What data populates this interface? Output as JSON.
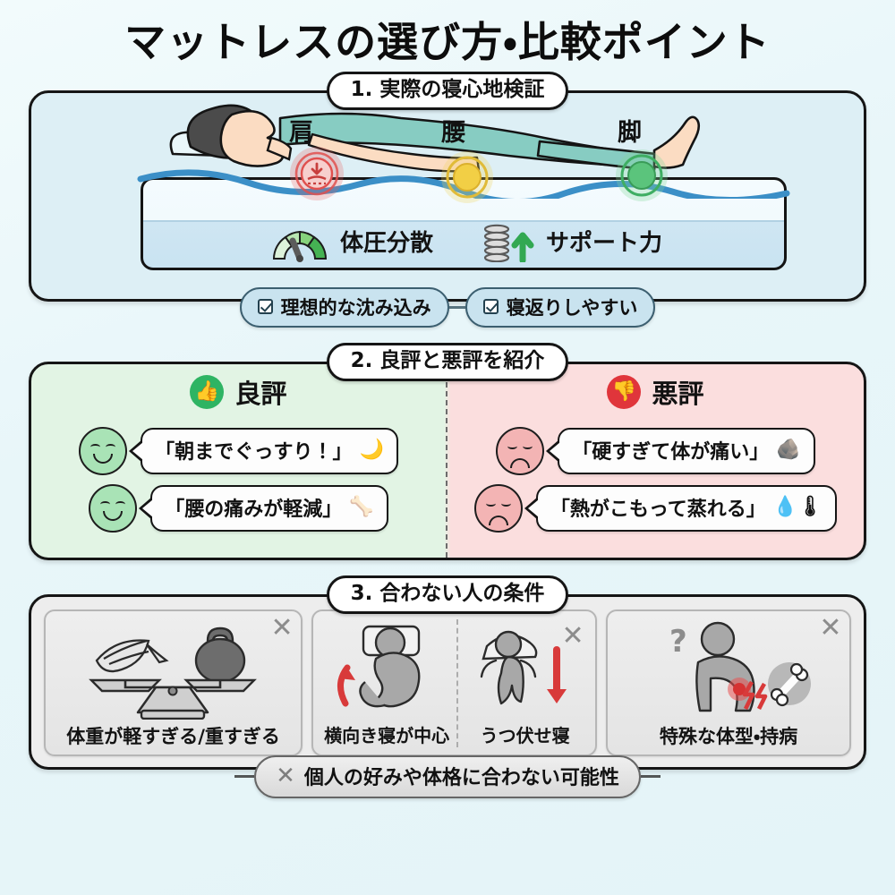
{
  "title": "マットレスの選び方・比較ポイント",
  "section1": {
    "badge": "1. 実際の寝心地検証",
    "body_labels": {
      "shoulder": "肩",
      "waist": "腰",
      "leg": "脚"
    },
    "metrics": [
      {
        "icon": "gauge-icon",
        "label": "体圧分散"
      },
      {
        "icon": "spring-arrow-icon",
        "label": "サポート力"
      }
    ],
    "checks": [
      {
        "icon": "checkbox-icon",
        "label": "理想的な沈み込み"
      },
      {
        "icon": "checkbox-icon",
        "label": "寝返りしやすい"
      }
    ]
  },
  "section2": {
    "badge": "2. 良評と悪評を紹介",
    "good": {
      "icon": "thumbs-up-icon",
      "heading": "良評",
      "quotes": [
        {
          "text": "「朝までぐっすり！」",
          "emoji": "🌙",
          "emoji_name": "crescent-moon-icon"
        },
        {
          "text": "「腰の痛みが軽減」",
          "emoji": "🦴",
          "emoji_name": "spine-icon"
        }
      ]
    },
    "bad": {
      "icon": "thumbs-down-icon",
      "heading": "悪評",
      "quotes": [
        {
          "text": "「硬すぎて体が痛い」",
          "emoji": "🪨",
          "emoji_name": "rock-icon"
        },
        {
          "text": "「熱がこもって蒸れる」",
          "emoji": "💧🌡",
          "emoji_name": "humidity-thermometer-icon"
        }
      ]
    }
  },
  "section3": {
    "badge": "3. 合わない人の条件",
    "cards": [
      {
        "label": "体重が軽すぎる/重すぎる",
        "icon": "balance-scale-icon",
        "x": "✕"
      },
      {
        "label": "横向き寝が中心",
        "icon": "side-sleeper-icon",
        "x": "✕"
      },
      {
        "label": "うつ伏せ寝",
        "icon": "prone-sleeper-icon",
        "x": "✕"
      },
      {
        "label": "特殊な体型・持病",
        "icon": "back-pain-icon",
        "x": "✕"
      }
    ],
    "footer": {
      "x": "✕",
      "label": "個人の好みや体格に合わない可能性"
    }
  },
  "colors": {
    "page_bg": "#e8f6f9",
    "panel1_bg": "#ddeff5",
    "good_bg": "#e2f4e4",
    "bad_bg": "#fbdede",
    "neg_bg": "#ededed",
    "good_accent": "#2eb463",
    "bad_accent": "#e0353b",
    "shoulder_dot": "#e8615f",
    "waist_dot": "#e8c33c",
    "leg_dot": "#56c074",
    "ink": "#151515"
  }
}
